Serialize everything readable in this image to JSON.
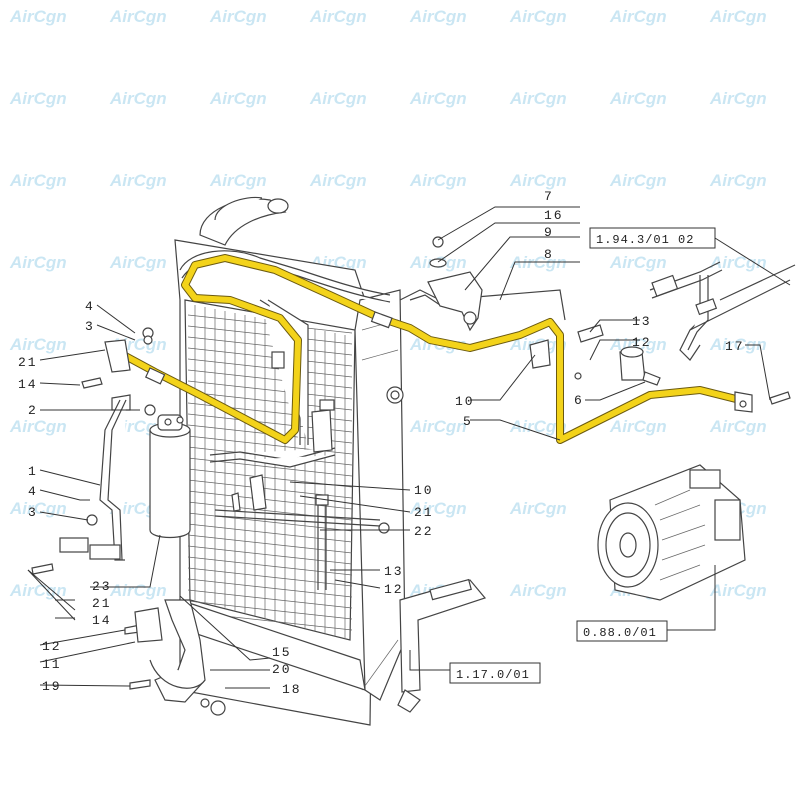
{
  "watermark": "AirCgn",
  "callouts": [
    {
      "id": "c4a",
      "text": "4"
    },
    {
      "id": "c3a",
      "text": "3"
    },
    {
      "id": "c21a",
      "text": "21"
    },
    {
      "id": "c14a",
      "text": "14"
    },
    {
      "id": "c2",
      "text": "2"
    },
    {
      "id": "c1",
      "text": "1"
    },
    {
      "id": "c4b",
      "text": "4"
    },
    {
      "id": "c3b",
      "text": "3"
    },
    {
      "id": "c23",
      "text": "23"
    },
    {
      "id": "c21b",
      "text": "21"
    },
    {
      "id": "c14b",
      "text": "14"
    },
    {
      "id": "c12a",
      "text": "12"
    },
    {
      "id": "c11",
      "text": "11"
    },
    {
      "id": "c19",
      "text": "19"
    },
    {
      "id": "c15",
      "text": "15"
    },
    {
      "id": "c20",
      "text": "20"
    },
    {
      "id": "c18",
      "text": "18"
    },
    {
      "id": "c10a",
      "text": "10"
    },
    {
      "id": "c21c",
      "text": "21"
    },
    {
      "id": "c22",
      "text": "22"
    },
    {
      "id": "c13a",
      "text": "13"
    },
    {
      "id": "c12b",
      "text": "12"
    },
    {
      "id": "c7",
      "text": "7"
    },
    {
      "id": "c16",
      "text": "16"
    },
    {
      "id": "c9",
      "text": "9"
    },
    {
      "id": "c8",
      "text": "8"
    },
    {
      "id": "c13b",
      "text": "13"
    },
    {
      "id": "c12c",
      "text": "12"
    },
    {
      "id": "c10b",
      "text": "10"
    },
    {
      "id": "c5",
      "text": "5"
    },
    {
      "id": "c6",
      "text": "6"
    },
    {
      "id": "c17",
      "text": "17"
    }
  ],
  "references": {
    "top_right": "1.94.3/01 02",
    "compressor": "0.88.0/01",
    "bracket": "1.17.0/01"
  },
  "colors": {
    "highlight": "#f3d31a",
    "watermark": "#9fd3ea",
    "line": "#333333"
  }
}
